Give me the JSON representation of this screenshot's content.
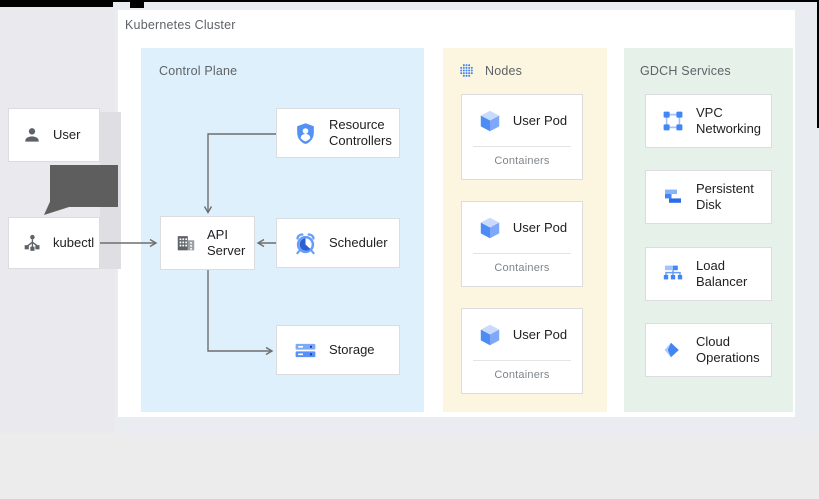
{
  "page": {
    "background_top_left": "#e9e9ee",
    "background_top_right": "#e9edf1",
    "background_bottom": "#ececec",
    "diagram_background": "#ffffff"
  },
  "cluster": {
    "label": "Kubernetes Cluster"
  },
  "actors": {
    "user": {
      "label": "User",
      "icon": "person-icon"
    },
    "kubectl": {
      "label": "kubectl",
      "icon": "kubectl-icon"
    }
  },
  "control_plane": {
    "label": "Control Plane",
    "background": "#def0fb",
    "components": {
      "resource_controllers": {
        "label": "Resource Controllers",
        "icon": "shield-person-icon"
      },
      "api_server": {
        "label": "API Server",
        "icon": "building-icon"
      },
      "scheduler": {
        "label": "Scheduler",
        "icon": "alarm-clock-icon"
      },
      "storage": {
        "label": "Storage",
        "icon": "storage-disks-icon"
      }
    }
  },
  "nodes_panel": {
    "label": "Nodes",
    "background": "#fcf6e1",
    "icon": "dot-grid-icon",
    "pods": [
      {
        "label": "User Pod",
        "sublabel": "Containers",
        "icon": "pod-cube-icon"
      },
      {
        "label": "User Pod",
        "sublabel": "Containers",
        "icon": "pod-cube-icon"
      },
      {
        "label": "User Pod",
        "sublabel": "Containers",
        "icon": "pod-cube-icon"
      }
    ]
  },
  "gdch_services": {
    "label": "GDCH Services",
    "background": "#e5f1e9",
    "services": [
      {
        "label": "VPC Networking",
        "icon": "vpc-networking-icon"
      },
      {
        "label": "Persistent Disk",
        "icon": "persistent-disk-icon"
      },
      {
        "label": "Load Balancer",
        "icon": "load-balancer-icon"
      },
      {
        "label": "Cloud Operations",
        "icon": "cloud-operations-icon"
      }
    ]
  },
  "colors": {
    "google_blue": "#4285f4",
    "light_blue": "#aecbfa",
    "icon_gray": "#5f6368",
    "arrow_gray": "#6e6e6e",
    "thick_arrow_gray": "#5e5e5e",
    "card_border": "#dadce0",
    "panel_label_gray": "#5f6368",
    "sublabel_gray": "#80868b",
    "text_dark": "#202124"
  }
}
